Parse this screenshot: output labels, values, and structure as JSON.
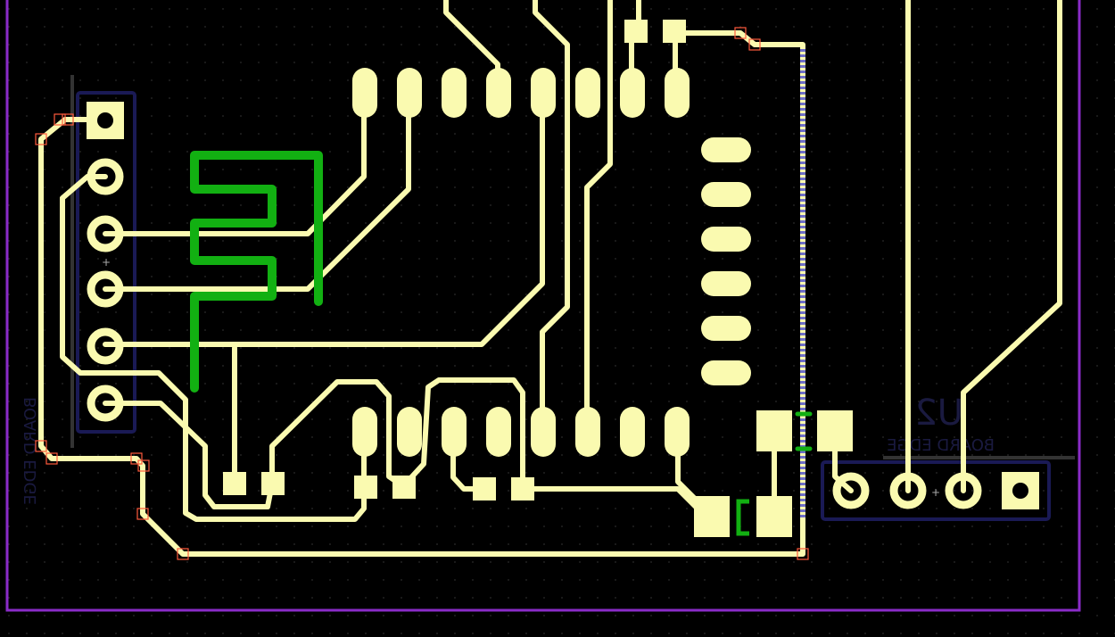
{
  "board": {
    "edge_color": "#8a2bc8",
    "copper_color": "#fafab0",
    "antenna_color": "#12b012",
    "silkscreen_color": "#1a1a55",
    "background_color": "#000000"
  },
  "labels": {
    "u2_designator": "U2",
    "board_edge_right": "BOARD EDGE",
    "board_edge_left": "BOARD EDGE"
  }
}
